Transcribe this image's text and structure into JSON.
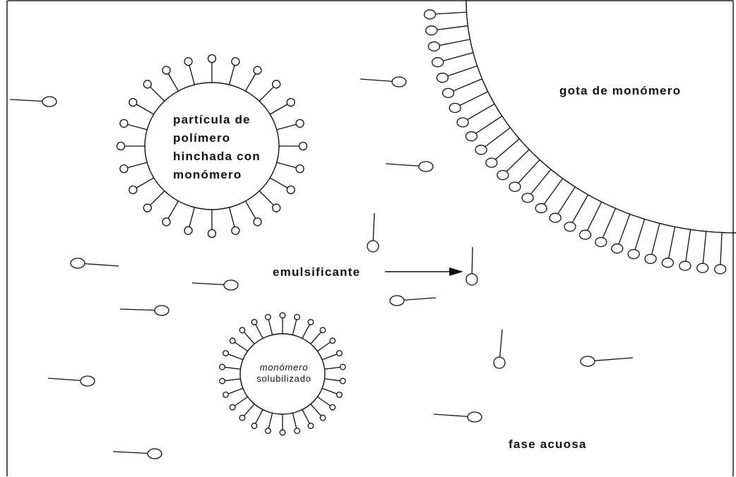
{
  "labels": {
    "polymer_particle": [
      "partícula de",
      "polímero",
      "hinchada con",
      "monómero"
    ],
    "monomer_droplet": "gota de monómero",
    "emulsifier": "emulsificante",
    "micelle": [
      "monómero",
      "solubilizado"
    ],
    "aqueous_phase": "fase acuosa"
  },
  "colors": {
    "ink": "#111111",
    "background": "#ffffff"
  }
}
